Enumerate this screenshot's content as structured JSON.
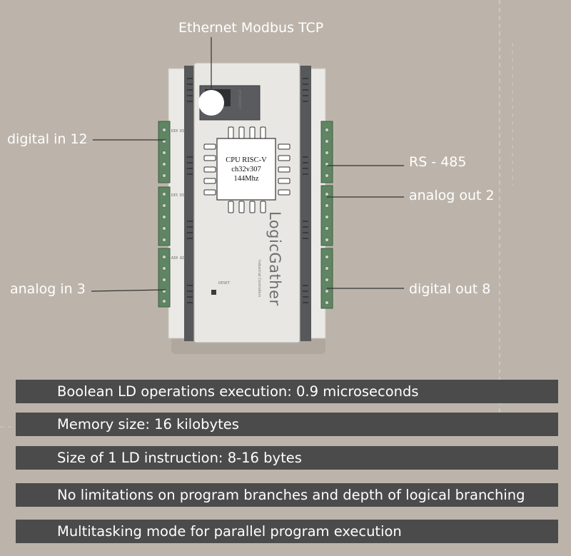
{
  "callouts": {
    "ethernet": "Ethernet Modbus TCP",
    "digital_in": "digital in 12",
    "analog_in": "analog in 3",
    "rs485": "RS - 485",
    "analog_out": "analog out 2",
    "digital_out": "digital out 8"
  },
  "device": {
    "brand": "LogicGather",
    "brand_subtitle": "Industrial Controllers",
    "ethernet_port_label": "ETHERNET",
    "reset_label": "RESET",
    "cpu": {
      "line1": "CPU RISC-V",
      "line2": "ch32v307",
      "line3": "144Mhz"
    }
  },
  "specs": [
    "Boolean LD operations execution: 0.9 microseconds",
    "Memory size: 16 kilobytes",
    "Size of 1 LD instruction: 8-16 bytes",
    "No limitations on program branches and depth of logical branching",
    "Multitasking mode for parallel program execution"
  ],
  "colors": {
    "background": "#bcb4aa",
    "spec_bar": "#4b4b4b",
    "terminal_green": "#5f8562",
    "housing": "#e9e7e3"
  }
}
